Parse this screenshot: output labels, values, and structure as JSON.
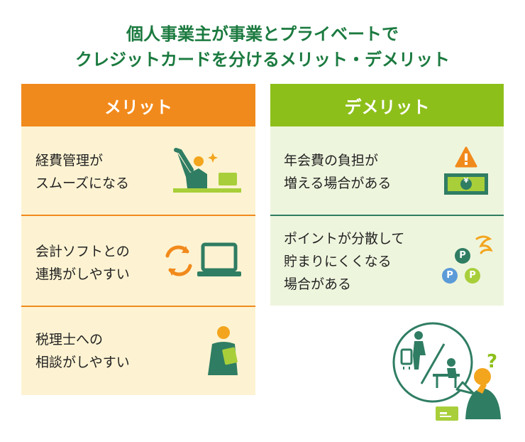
{
  "title": {
    "line1": "個人事業主が事業とプライベートで",
    "line2": "クレジットカードを分けるメリット・デメリット"
  },
  "merits": {
    "heading": "メリット",
    "items": [
      {
        "line1": "経費管理が",
        "line2": "スムーズになる",
        "icon": "person-at-laptop-icon"
      },
      {
        "line1": "会計ソフトとの",
        "line2": "連携がしやすい",
        "icon": "sync-laptop-icon"
      },
      {
        "line1": "税理士への",
        "line2": "相談がしやすい",
        "icon": "person-with-book-icon"
      }
    ]
  },
  "demerits": {
    "heading": "デメリット",
    "items": [
      {
        "line1": "年会費の負担が",
        "line2": "増える場合がある",
        "icon": "warning-banknote-icon",
        "symbol": "¥"
      },
      {
        "line1": "ポイントが分散して",
        "line2": "貯まりにくくなる",
        "line3": "場合がある",
        "icon": "scattered-points-icon",
        "symbol": "P"
      }
    ]
  },
  "colors": {
    "title": "#1b7a3f",
    "merit_accent": "#f18a1c",
    "merit_bg": "#fdf3d2",
    "demerit_accent": "#8dbf1a",
    "demerit_bg": "#eef5dd",
    "icon_green": "#2f7d63"
  },
  "decor": {
    "question_mark": "?"
  }
}
